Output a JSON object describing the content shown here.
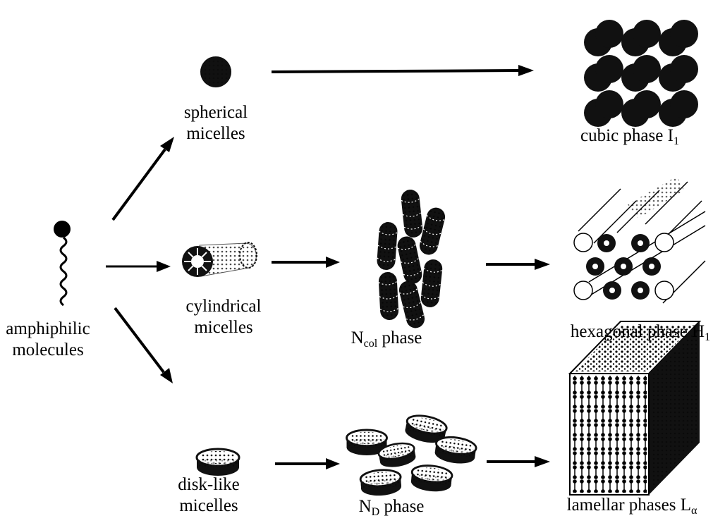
{
  "labels": {
    "amphiphilic": [
      "amphiphilic",
      "molecules"
    ],
    "spherical": [
      "spherical",
      "micelles"
    ],
    "cylindrical": [
      "cylindrical",
      "micelles"
    ],
    "disk": [
      "disk-like",
      "micelles"
    ],
    "ncol": {
      "main": "N",
      "sub": "col",
      "rest": " phase"
    },
    "nd": {
      "main": "N",
      "sub": "D",
      "rest": " phase"
    },
    "cubic": {
      "main": "cubic phase I",
      "sub": "1"
    },
    "hexagonal": {
      "main": "hexagonal phase H",
      "sub": "1"
    },
    "lamellar": {
      "main": "lamellar phases L",
      "sub": "α"
    }
  }
}
